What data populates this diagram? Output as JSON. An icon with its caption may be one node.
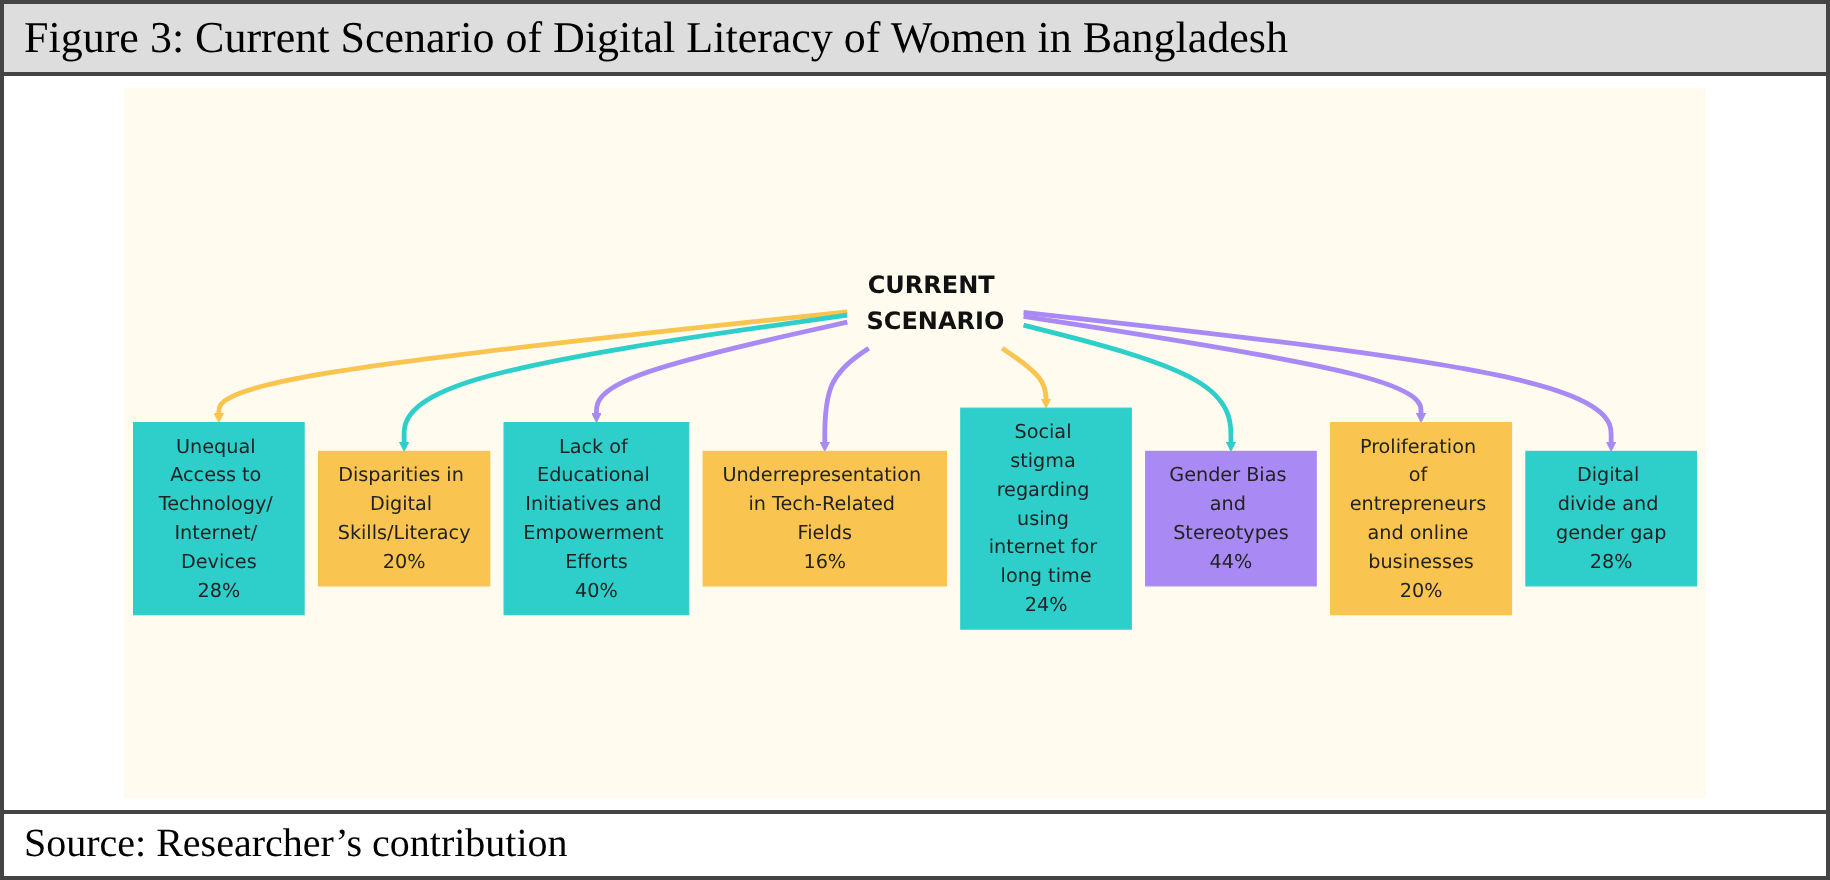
{
  "diagram": {
    "title": "Figure 3: Current Scenario of Digital Literacy of Women in Bangladesh",
    "caption": "Source: Researcher’s contribution",
    "nodes": [
      {
        "text": [
          "CURRENT SCENARIO"
        ]
      },
      {
        "text": [
          "Unequal Access to Technology/ Internet/ Devices",
          "28%"
        ]
      },
      {
        "text": [
          "Disparities in Digital Skills/Literacy",
          "20%"
        ]
      },
      {
        "text": [
          "Lack of Educational Initiatives and Empowerment Efforts",
          "40%"
        ]
      },
      {
        "text": [
          "Underrepresentation in Tech-Related Fields",
          "16%"
        ]
      },
      {
        "text": [
          "Social stigma regarding using internet for long time",
          "24%"
        ]
      },
      {
        "text": [
          "Gender Bias and Stereotypes",
          "44%"
        ]
      },
      {
        "text": [
          "Proliferation of entrepreneurs and online businesses",
          "20%"
        ]
      },
      {
        "text": [
          "Digital divide and gender gap",
          "28%"
        ]
      }
    ],
    "edges": [
      {
        "from": 0,
        "to": 1,
        "arrow": "to",
        "color": "#f9c44f"
      },
      {
        "from": 0,
        "to": 2,
        "arrow": "to",
        "color": "#2ecfca"
      },
      {
        "from": 0,
        "to": 3,
        "arrow": "to"
      },
      {
        "from": 0,
        "to": 4,
        "arrow": "to"
      },
      {
        "from": 0,
        "to": 5,
        "arrow": "to",
        "color": "#f9c44f"
      },
      {
        "from": 0,
        "to": 6,
        "arrow": "to",
        "color": "#2ecfca"
      },
      {
        "from": 0,
        "to": 7,
        "arrow": "to"
      },
      {
        "from": 0,
        "to": 8,
        "arrow": "to"
      }
    ]
  }
}
